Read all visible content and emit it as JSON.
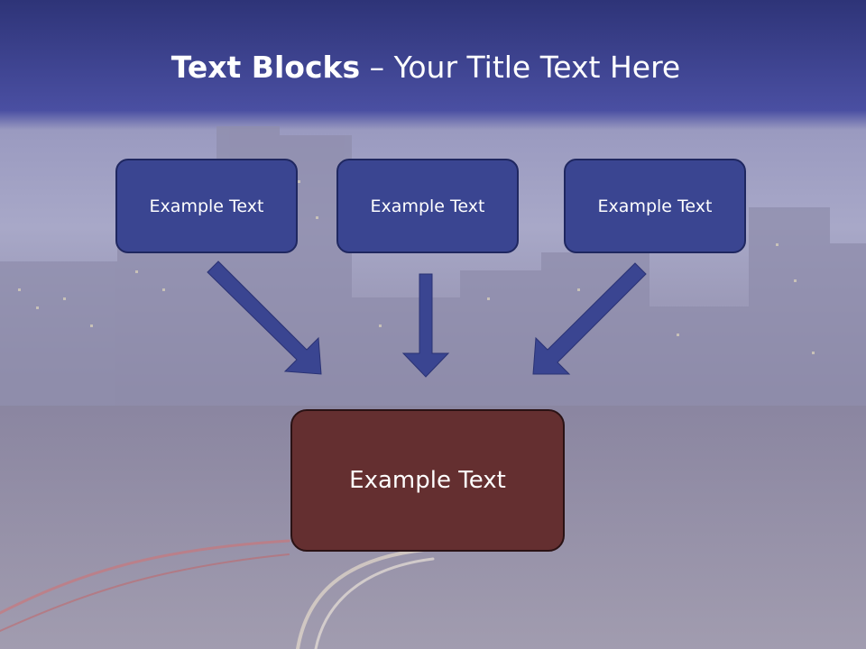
{
  "slide": {
    "title_bold": "Text Blocks",
    "title_separator": " – ",
    "title_rest": "Your Title Text Here",
    "top_blocks": [
      {
        "label": "Example Text"
      },
      {
        "label": "Example Text"
      },
      {
        "label": "Example Text"
      }
    ],
    "bottom_block": {
      "label": "Example Text"
    }
  },
  "colors": {
    "header_blue": "#3c4290",
    "block_blue": "#3a4591",
    "block_brown": "#642f30",
    "arrow_blue": "#3a4591"
  }
}
